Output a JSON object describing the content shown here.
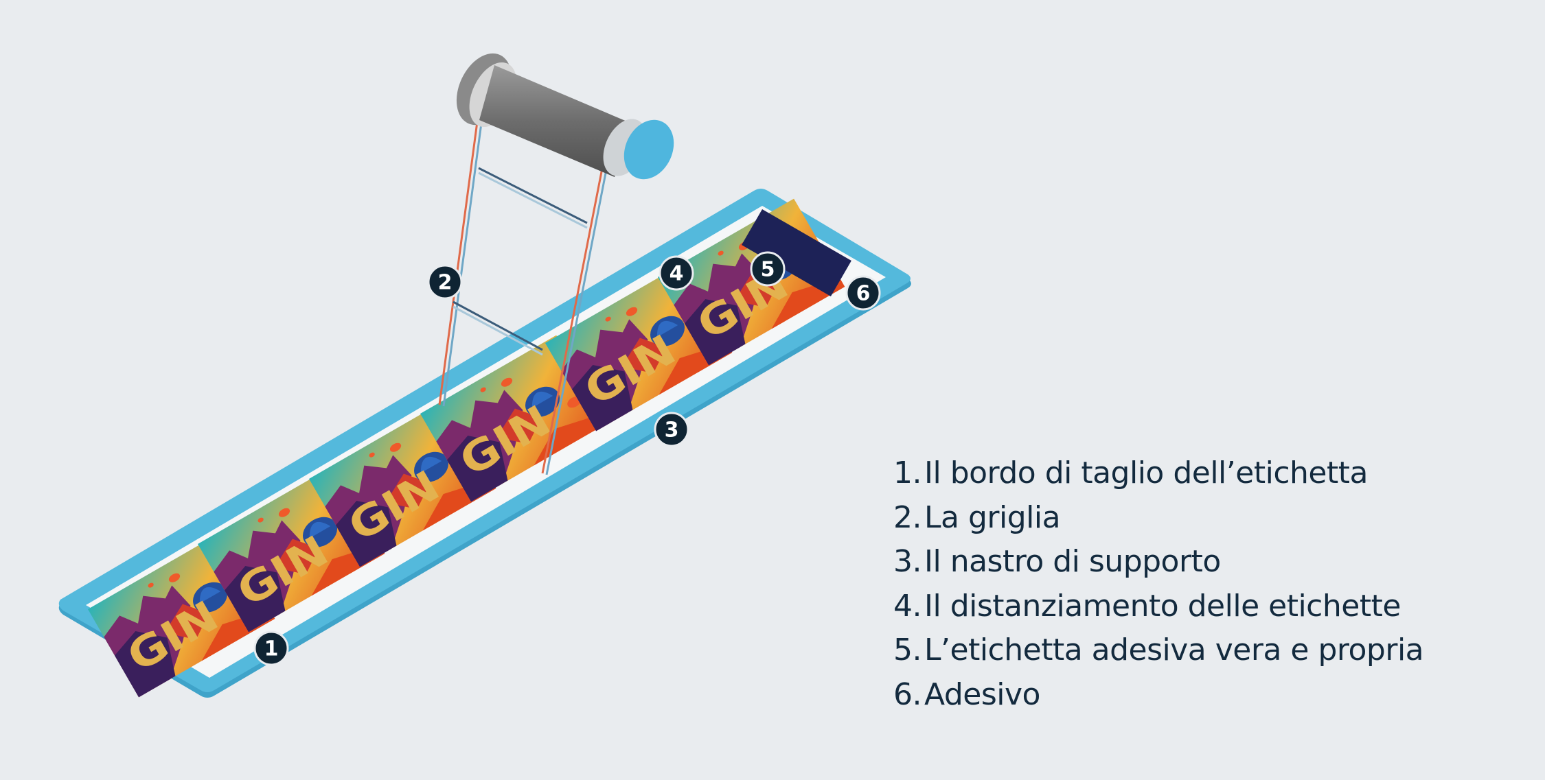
{
  "diagram": {
    "subject": "label-roll-anatomy",
    "label_artwork_text": "GIN",
    "colors": {
      "background": "#e9ecef",
      "liner": "#54b9dc",
      "liner_edge": "#3fa3c9",
      "gap": "#f5f7f8",
      "badge": "#0f2433",
      "text": "#132a3e",
      "roller_core": "#7a7a7a",
      "roller_cap": "#4fb6de"
    },
    "badges": [
      {
        "number": "1",
        "target": "Il bordo di taglio dell'etichetta"
      },
      {
        "number": "2",
        "target": "La griglia"
      },
      {
        "number": "3",
        "target": "Il nastro di supporto"
      },
      {
        "number": "4",
        "target": "Il distanziamento delle etichette"
      },
      {
        "number": "5",
        "target": "L'etichetta adesiva vera e propria"
      },
      {
        "number": "6",
        "target": "Adesivo"
      }
    ]
  },
  "legend": {
    "items": [
      {
        "num": "1.",
        "label": "Il bordo di taglio dell’etichetta"
      },
      {
        "num": "2.",
        "label": "La griglia"
      },
      {
        "num": "3.",
        "label": "Il nastro di supporto"
      },
      {
        "num": "4.",
        "label": "Il distanziamento delle etichette"
      },
      {
        "num": "5.",
        "label": "L’etichetta adesiva vera e propria"
      },
      {
        "num": "6.",
        "label": "Adesivo"
      }
    ]
  }
}
